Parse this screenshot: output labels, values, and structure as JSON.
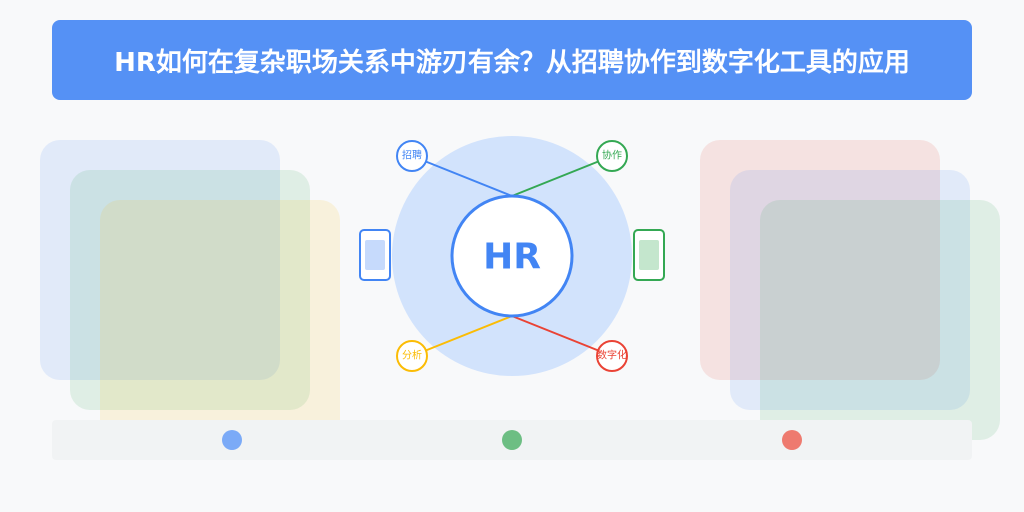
{
  "title": "HR如何在复杂职场关系中游刃有余？从招聘协作到数字化工具的应用",
  "colors": {
    "background": "#f8f9fa",
    "title_bar": "#5591f5",
    "blue": "#4285f4",
    "green": "#34a853",
    "yellow": "#fbbc05",
    "red": "#ea4335",
    "hub_fill": "#d2e3fc",
    "bottom_bar": "#f1f3f4"
  },
  "hub": {
    "label": "HR"
  },
  "nodes": [
    {
      "label": "招聘",
      "color": "#4285f4"
    },
    {
      "label": "协作",
      "color": "#34a853"
    },
    {
      "label": "分析",
      "color": "#fbbc05"
    },
    {
      "label": "数字化",
      "color": "#ea4335"
    }
  ],
  "devices": [
    {
      "name": "left-phone",
      "color": "#4285f4",
      "screen": "#c6dafc"
    },
    {
      "name": "right-phone",
      "color": "#34a853",
      "screen": "#c4e6cd"
    }
  ],
  "left_squares": [
    {
      "color": "rgba(66,133,244,0.12)"
    },
    {
      "color": "rgba(52,168,83,0.12)"
    },
    {
      "color": "rgba(251,188,5,0.12)"
    }
  ],
  "right_squares": [
    {
      "color": "rgba(234,67,53,0.12)"
    },
    {
      "color": "rgba(66,133,244,0.12)"
    },
    {
      "color": "rgba(52,168,83,0.12)"
    }
  ],
  "indicator_dots": [
    {
      "color": "#7baaf7"
    },
    {
      "color": "#6dbe83"
    },
    {
      "color": "#ee7a6f"
    }
  ]
}
